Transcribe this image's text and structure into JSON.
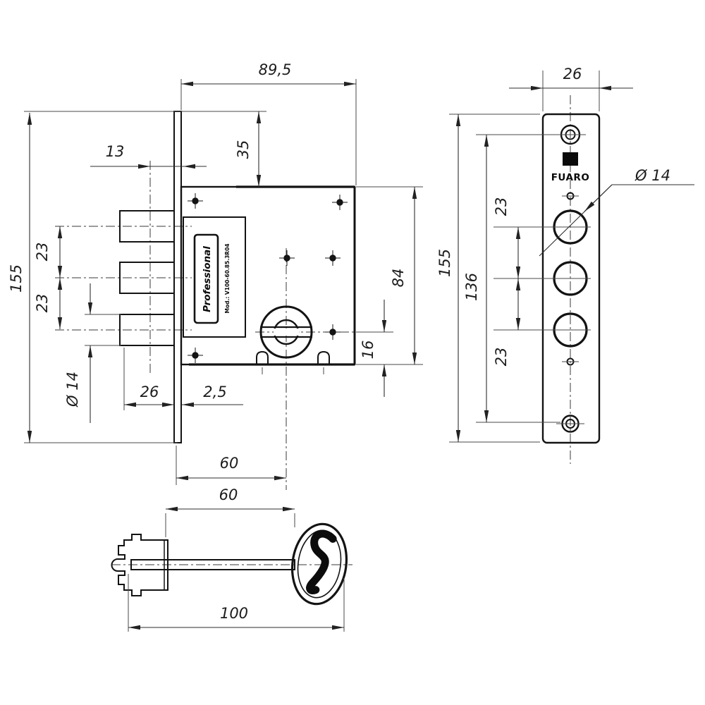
{
  "front_view": {
    "dims": {
      "overall_depth": "89,5",
      "top_to_body": "35",
      "bolt_axis_offset": "13",
      "plate_height": "155",
      "bolt_pitch_upper": "23",
      "bolt_pitch_lower": "23",
      "bolt_diameter": "Ø 14",
      "bolt_protrusion": "26",
      "plate_thickness": "2,5",
      "body_height": "84",
      "key_axis_to_bottom": "16",
      "backset": "60"
    },
    "badge": "Professional",
    "model": "Mod.: V100-60.85.3R04"
  },
  "side_view": {
    "dims": {
      "plate_width": "26",
      "plate_height": "155",
      "screw_pitch": "136",
      "hole_pitch_upper": "23",
      "hole_pitch_lower": "23",
      "hole_diameter": "Ø 14"
    },
    "brand": "FUARO"
  },
  "key_view": {
    "dims": {
      "bit_to_bow": "60",
      "overall_length": "100"
    }
  }
}
